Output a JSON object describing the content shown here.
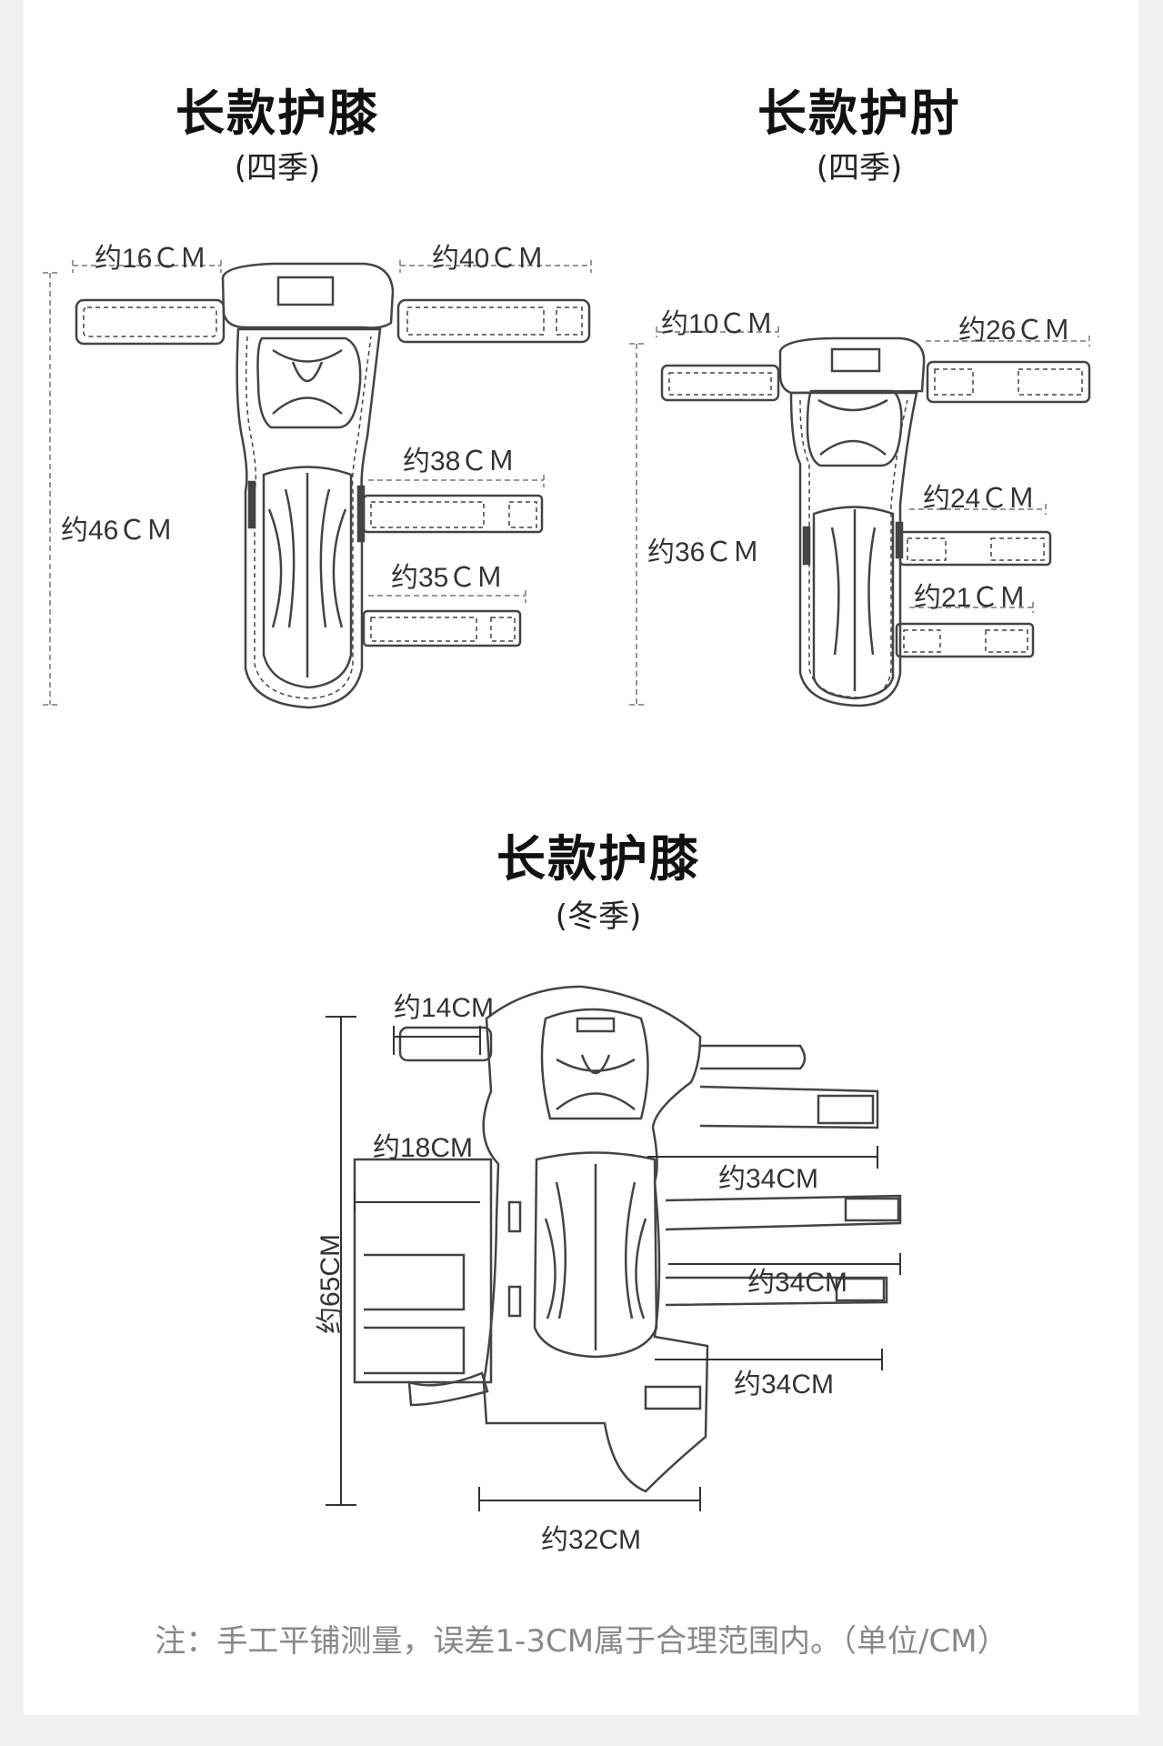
{
  "knee_four": {
    "title": "长款护膝",
    "subtitle": "(四季)",
    "labels": [
      "约16ＣＭ",
      "约40ＣＭ",
      "约38ＣＭ",
      "约35ＣＭ",
      "约46ＣＭ"
    ]
  },
  "elbow_four": {
    "title": "长款护肘",
    "subtitle": "(四季)",
    "labels": [
      "约10ＣＭ",
      "约26ＣＭ",
      "约24ＣＭ",
      "约21ＣＭ",
      "约36ＣＭ"
    ]
  },
  "knee_winter": {
    "title": "长款护膝",
    "subtitle": "(冬季)",
    "labels": [
      "约14CM",
      "约18CM",
      "约34CM",
      "约34CM",
      "约34CM",
      "约65CM",
      "约32CM"
    ]
  },
  "note": "注：手工平铺测量，误差1-3CM属于合理范围内。（单位/CM）"
}
